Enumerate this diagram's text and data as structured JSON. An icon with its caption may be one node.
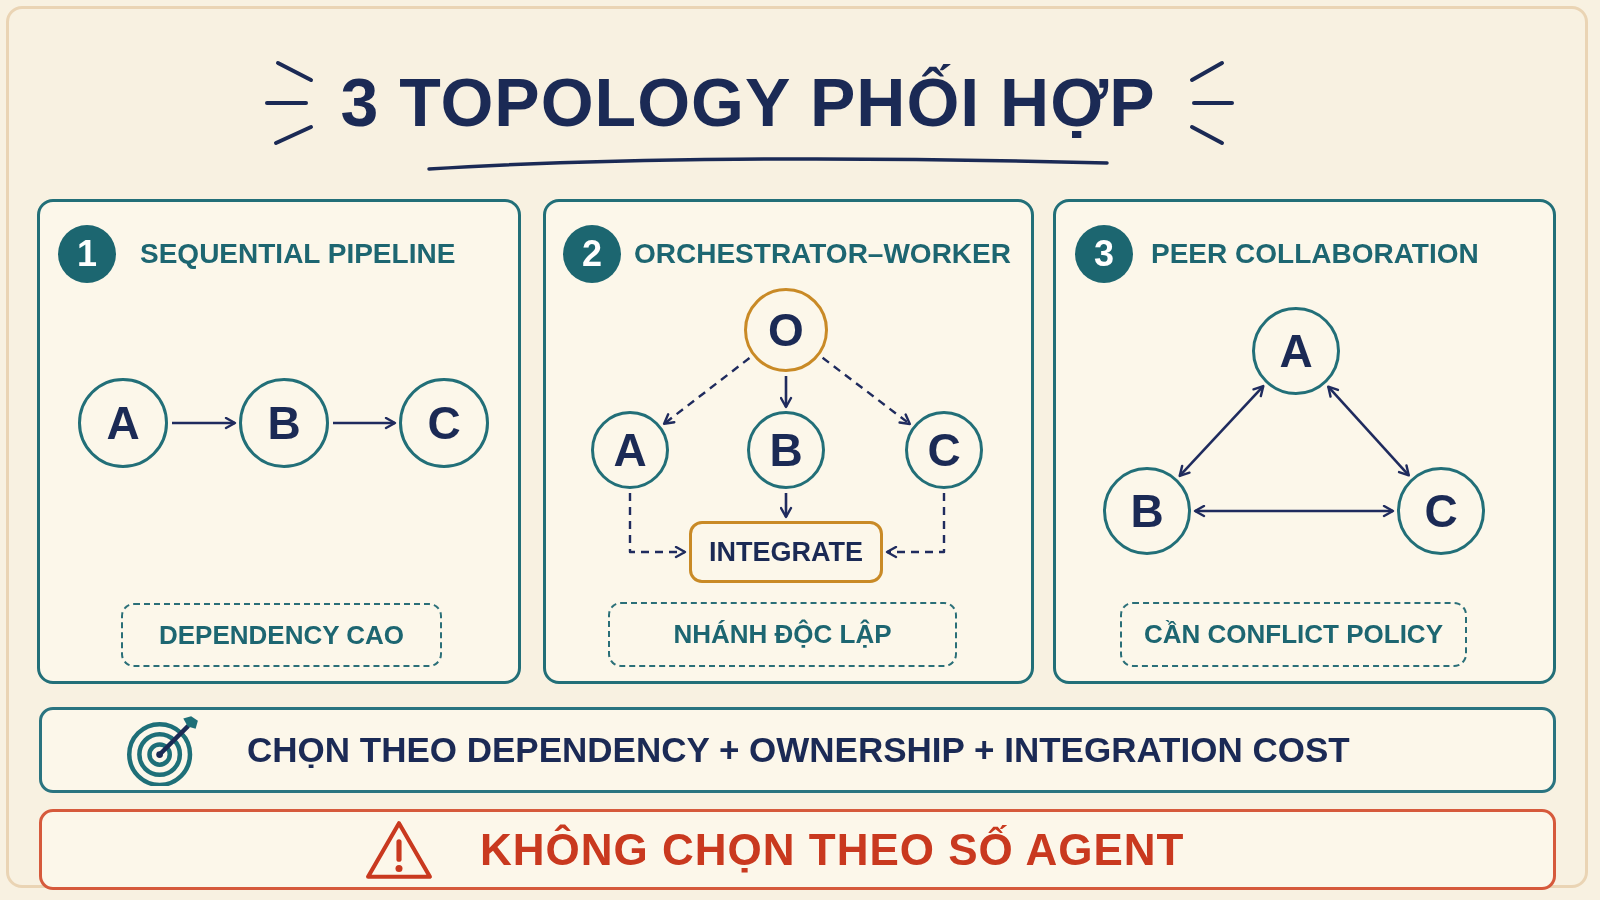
{
  "diagram": {
    "title": "3 TOPOLOGY PHỐI HỢP",
    "nodes": [
      {
        "text": [
          "SEQUENTIAL PIPELINE"
        ]
      },
      {
        "text": [
          "1"
        ],
        "in": 0
      },
      {
        "text": [
          "A"
        ],
        "in": 0
      },
      {
        "text": [
          "B"
        ],
        "in": 0
      },
      {
        "text": [
          "C"
        ],
        "in": 0
      },
      {
        "text": [
          "DEPENDENCY CAO"
        ],
        "in": 0
      },
      {
        "text": [
          "ORCHESTRATOR–WORKER"
        ]
      },
      {
        "text": [
          "2"
        ],
        "in": 6
      },
      {
        "text": [
          "O"
        ],
        "in": 6
      },
      {
        "text": [
          "A"
        ],
        "in": 6
      },
      {
        "text": [
          "B"
        ],
        "in": 6
      },
      {
        "text": [
          "C"
        ],
        "in": 6
      },
      {
        "text": [
          "INTEGRATE"
        ],
        "in": 6
      },
      {
        "text": [
          "NHÁNH ĐỘC LẬP"
        ],
        "in": 6
      },
      {
        "text": [
          "PEER COLLABORATION"
        ]
      },
      {
        "text": [
          "3"
        ],
        "in": 14
      },
      {
        "text": [
          "A"
        ],
        "in": 14
      },
      {
        "text": [
          "B"
        ],
        "in": 14
      },
      {
        "text": [
          "C"
        ],
        "in": 14
      },
      {
        "text": [
          "CẦN CONFLICT POLICY"
        ],
        "in": 14
      },
      {
        "text": [
          "CHỌN THEO DEPENDENCY + OWNERSHIP + INTEGRATION COST"
        ]
      },
      {
        "text": [
          "KHÔNG CHỌN THEO SỐ AGENT"
        ]
      }
    ],
    "edges": [
      {
        "from": 2,
        "to": 3,
        "arrow": "to"
      },
      {
        "from": 3,
        "to": 4,
        "arrow": "to"
      },
      {
        "from": 8,
        "to": 9,
        "arrow": "to",
        "style": "dashed"
      },
      {
        "from": 8,
        "to": 10,
        "arrow": "to"
      },
      {
        "from": 8,
        "to": 11,
        "arrow": "to",
        "style": "dashed"
      },
      {
        "from": 9,
        "to": 12,
        "arrow": "to",
        "style": "dashed"
      },
      {
        "from": 10,
        "to": 12,
        "arrow": "to"
      },
      {
        "from": 11,
        "to": 12,
        "arrow": "to",
        "style": "dashed"
      },
      {
        "from": 16,
        "to": 17,
        "arrow": "both"
      },
      {
        "from": 16,
        "to": 18,
        "arrow": "both"
      },
      {
        "from": 17,
        "to": 18,
        "arrow": "both"
      }
    ]
  }
}
